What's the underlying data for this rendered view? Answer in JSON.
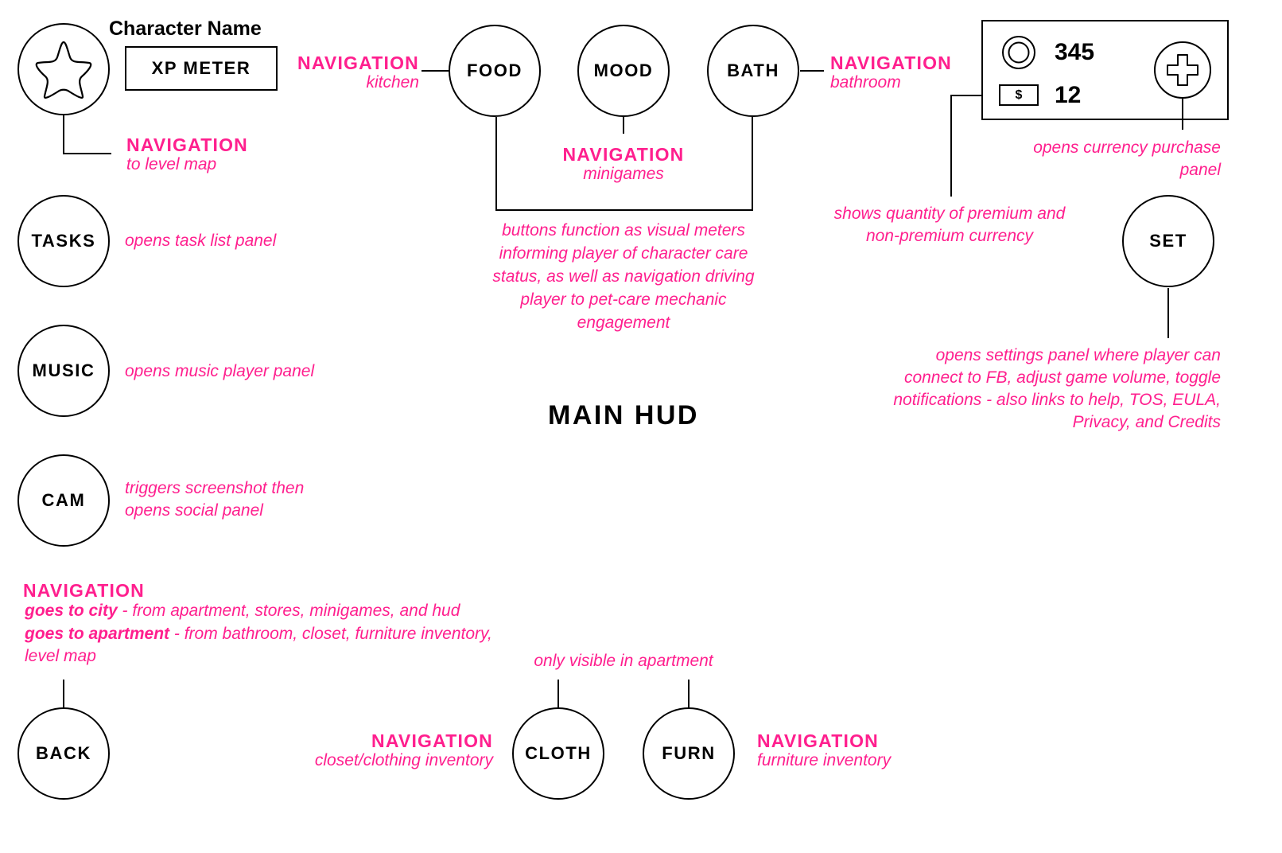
{
  "header": {
    "character_name": "Character Name",
    "xp_meter": "XP METER"
  },
  "title": "MAIN HUD",
  "currency": {
    "premium_amount": "345",
    "non_premium_amount": "12",
    "dollar_symbol": "$"
  },
  "buttons": {
    "food": "FOOD",
    "mood": "MOOD",
    "bath": "BATH",
    "tasks": "TASKS",
    "music": "MUSIC",
    "cam": "CAM",
    "back": "BACK",
    "cloth": "CLOTH",
    "furn": "FURN",
    "set": "SET"
  },
  "icons": {
    "character": "star-icon",
    "premium": "coin-icon",
    "non_premium": "dollar-bill-icon",
    "purchase": "plus-icon"
  },
  "annotations": {
    "food": {
      "title": "NAVIGATION",
      "sub": "kitchen"
    },
    "bath": {
      "title": "NAVIGATION",
      "sub": "bathroom"
    },
    "star": {
      "title": "NAVIGATION",
      "sub": "to level map"
    },
    "mood": {
      "title": "NAVIGATION",
      "sub": "minigames"
    },
    "meters": "buttons function as visual meters informing player of character care status, as well as navigation driving player to pet-care mechanic engagement",
    "purchase": "opens currency purchase panel",
    "currency": "shows quantity of premium and non-premium currency",
    "tasks": "opens task list panel",
    "music": "opens music player panel",
    "cam": "triggers screenshot then opens social panel",
    "settings": "opens settings panel where player can connect to FB, adjust game volume, toggle notifications - also links to help, TOS, EULA, Privacy, and Credits",
    "back": {
      "title": "NAVIGATION",
      "city_bold": "goes to city",
      "city_rest": " - from apartment, stores, minigames, and hud",
      "apt_bold": "goes to apartment",
      "apt_rest": " - from bathroom, closet, furniture inventory, level map"
    },
    "apartment_only": "only visible in apartment",
    "cloth": {
      "title": "NAVIGATION",
      "sub": "closet/clothing inventory"
    },
    "furn": {
      "title": "NAVIGATION",
      "sub": "furniture inventory"
    }
  },
  "colors": {
    "annotation": "#ff1f8e",
    "ink": "#000000",
    "background": "#ffffff"
  }
}
